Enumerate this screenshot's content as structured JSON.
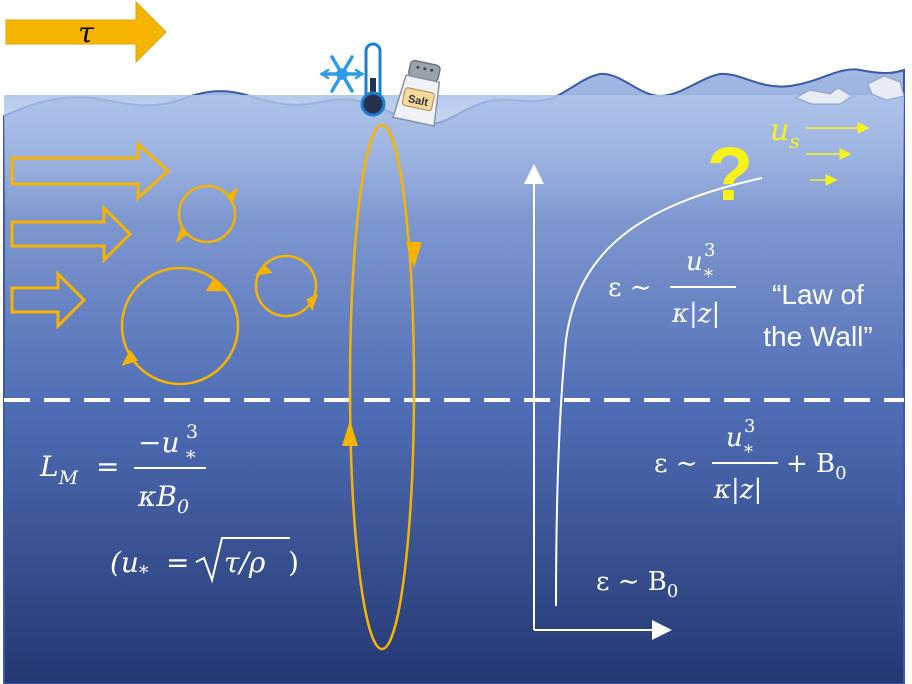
{
  "stress_label": "τ",
  "surface_velocity_label": "u",
  "surface_velocity_sub": "s",
  "question_mark": "?",
  "salt_label": "Salt",
  "wall_law": {
    "lhs": "ε ∼",
    "numerator_base": "u",
    "numerator_sub": "*",
    "numerator_sup": "3",
    "denominator": "κ|z|",
    "caption_line1": "“Law of",
    "caption_line2": "the Wall”"
  },
  "combined_law": {
    "lhs": "ε ∼",
    "numerator_base": "u",
    "numerator_sub": "*",
    "numerator_sup": "3",
    "denominator": "κ|z|",
    "tail": "+ B",
    "tail_sub": "0"
  },
  "buoyancy_law": {
    "lhs": "ε ∼ B",
    "sub": "0"
  },
  "monin_obukhov": {
    "lhs": "L",
    "lhs_sub": "M",
    "eq": "=",
    "numerator": "−u",
    "numerator_sub": "*",
    "numerator_sup": "3",
    "denominator": "κB",
    "denominator_sub": "0"
  },
  "friction_velocity": {
    "open": "(u",
    "sub": "*",
    "eq": "=",
    "radicand": "τ/ρ",
    "close": ")"
  },
  "colors": {
    "ocean_top": "#9fb6e2",
    "ocean_mid": "#5a79bd",
    "ocean_deep": "#2a3f7a",
    "accent_orange": "#f6b400",
    "accent_yellow": "#f7f31a",
    "snow_blue": "#2e9be6"
  }
}
